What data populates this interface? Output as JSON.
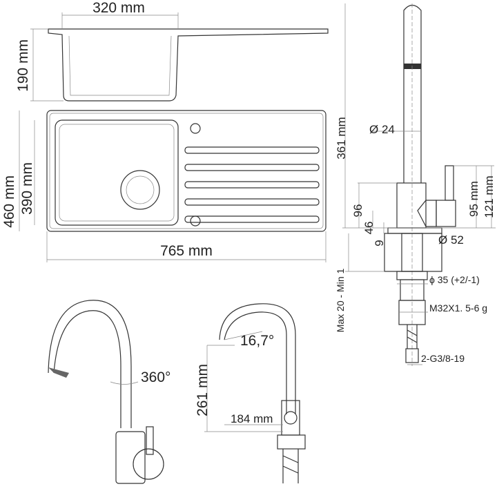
{
  "sink": {
    "width_profile": "320 mm",
    "depth": "190 mm",
    "outer_depth": "460 mm",
    "bowl_depth": "390 mm",
    "total_width": "765 mm"
  },
  "tap_section": {
    "height": "361 mm",
    "spout_diameter": "Ø 24",
    "dim_96": "96",
    "dim_46": "46",
    "dim_9": "9",
    "lever_95": "95 mm",
    "lever_121": "121 mm",
    "body_diameter": "Ø 52",
    "hole_diameter": "ϕ 35 (+2/-1)",
    "thread": "M32X1. 5-6 g",
    "deck_thickness": "Max 20 - Min 1",
    "hose_thread": "2-G3/8-19"
  },
  "tap_views": {
    "rotation": "360°",
    "angle": "16,7°",
    "spout_height": "261 mm",
    "spout_reach": "184 mm"
  }
}
